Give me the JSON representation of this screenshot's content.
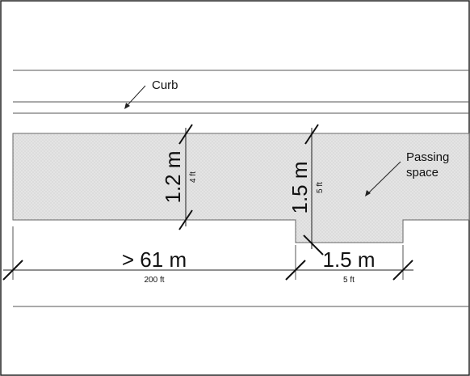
{
  "labels": {
    "curb": "Curb",
    "passing_space_line1": "Passing",
    "passing_space_line2": "space"
  },
  "dimensions": {
    "width_metric": "1.2 m",
    "width_imperial": "4 ft",
    "passing_width_metric": "1.5 m",
    "passing_width_imperial": "5 ft",
    "spacing_metric": "> 61 m",
    "spacing_imperial": "200 ft",
    "passing_length_metric": "1.5 m",
    "passing_length_imperial": "5 ft"
  },
  "colors": {
    "sidewalk_fill": "#e6e6e6",
    "line": "#555555",
    "dimension_line": "#222222",
    "border": "#222222"
  }
}
